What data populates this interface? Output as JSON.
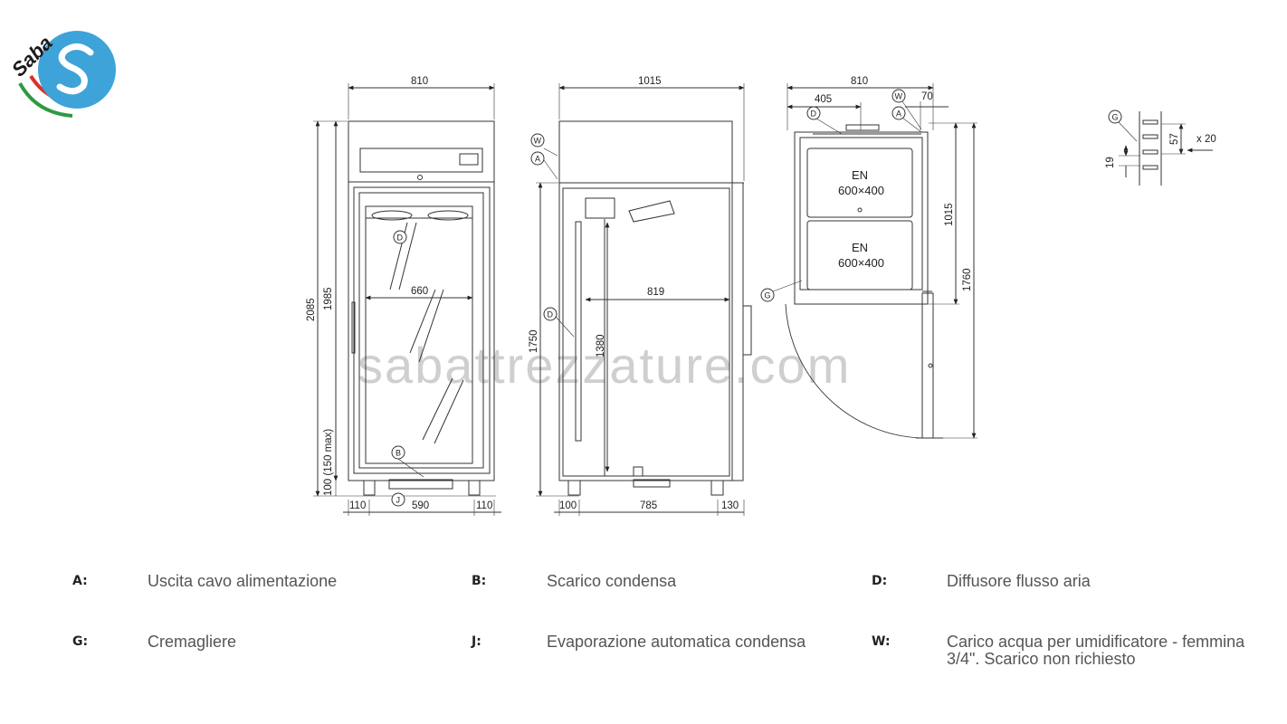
{
  "logo": {
    "brand": "Saba",
    "colors": {
      "circle": "#3ea3d8",
      "green": "#2e9a44",
      "red": "#d9302c",
      "s_mark": "#ffffff"
    }
  },
  "watermark": "sabattrezzature.com",
  "front_view": {
    "dim_width": "810",
    "dim_total_height": "2085",
    "dim_body_height": "1985",
    "dim_feet_height": "100 (150 max)",
    "dim_inner_width": "660",
    "dim_left_foot": "110",
    "dim_between_feet": "590",
    "dim_right_foot": "110",
    "callouts": [
      "D",
      "B",
      "J"
    ]
  },
  "side_view": {
    "dim_depth": "1015",
    "dim_height": "1750",
    "dim_inner_height": "1380",
    "dim_inner_depth": "819",
    "dim_front_offset": "100",
    "dim_feet_span": "785",
    "dim_rear_offset": "130",
    "callouts": [
      "W",
      "A",
      "D"
    ]
  },
  "top_view": {
    "dim_width": "810",
    "dim_half": "405",
    "dim_rear": "70",
    "dim_depth": "1015",
    "dim_door_open": "1760",
    "tray_label": "EN",
    "tray_size": "600×400",
    "callouts": [
      "W",
      "A",
      "D",
      "G"
    ]
  },
  "rack_detail": {
    "callout": "G",
    "dim_pitch": "57",
    "dim_slot": "19",
    "count": "x 20"
  },
  "legend": [
    {
      "key": "A:",
      "text": "Uscita cavo alimentazione"
    },
    {
      "key": "B:",
      "text": "Scarico condensa"
    },
    {
      "key": "D:",
      "text": "Diffusore flusso aria"
    },
    {
      "key": "G:",
      "text": "Cremagliere"
    },
    {
      "key": "J:",
      "text": "Evaporazione automatica condensa"
    },
    {
      "key": "W:",
      "text": "Carico acqua per umidificatore - femmina 3/4\". Scarico non richiesto"
    }
  ]
}
